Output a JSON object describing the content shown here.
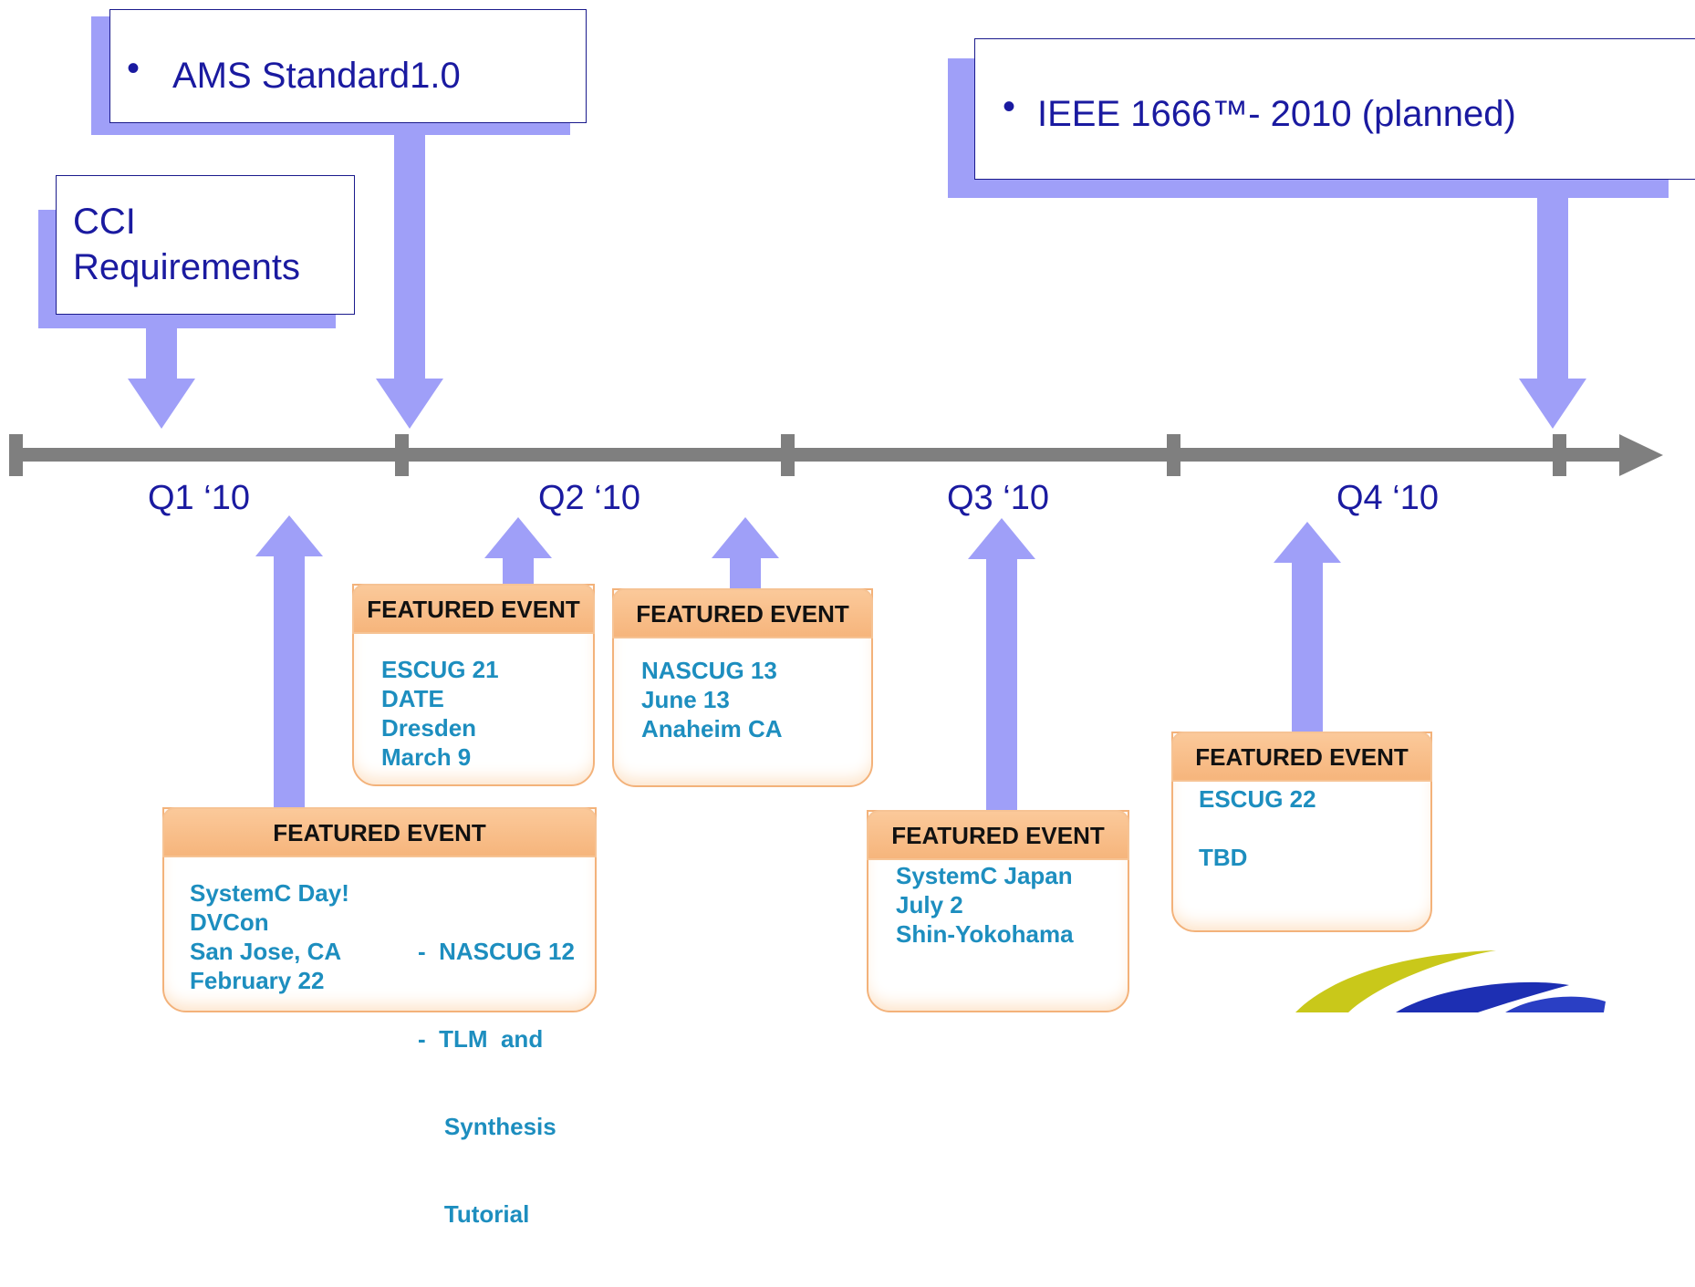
{
  "milestones": {
    "cci": {
      "line1": "CCI",
      "line2": "Requirements"
    },
    "ams": {
      "bullet": "•",
      "text": "AMS Standard1.0"
    },
    "ieee": {
      "bullet": "•",
      "text": "IEEE 1666™- 2010 (planned)"
    }
  },
  "quarters": [
    "Q1 ‘10",
    "Q2 ‘10",
    "Q3 ‘10",
    "Q4 ‘10"
  ],
  "events": {
    "systemc_day": {
      "header": "FEATURED EVENT",
      "left": [
        "SystemC Day!",
        "DVCon",
        "San Jose, CA",
        "February 22"
      ],
      "right": [
        "-  NASCUG 12",
        "-  TLM  and",
        "    Synthesis",
        "    Tutorial"
      ]
    },
    "escug21": {
      "header": "FEATURED EVENT",
      "lines": [
        "ESCUG 21",
        "DATE",
        "Dresden",
        "March 9"
      ]
    },
    "nascug13": {
      "header": "FEATURED EVENT",
      "lines": [
        "NASCUG 13",
        "June 13",
        "Anaheim CA"
      ]
    },
    "systemc_japan": {
      "header": "FEATURED EVENT",
      "lines": [
        "SystemC Japan",
        "July 2",
        "Shin-Yokohama"
      ]
    },
    "escug22": {
      "header": "FEATURED EVENT",
      "lines": [
        "ESCUG 22",
        "",
        "TBD"
      ]
    }
  },
  "colors": {
    "arrow": "#9f9ff8",
    "axis": "#7f7f7f",
    "milestone_text": "#1a1aa0",
    "event_header": "#f6b57c",
    "event_text": "#1d8ebf"
  }
}
